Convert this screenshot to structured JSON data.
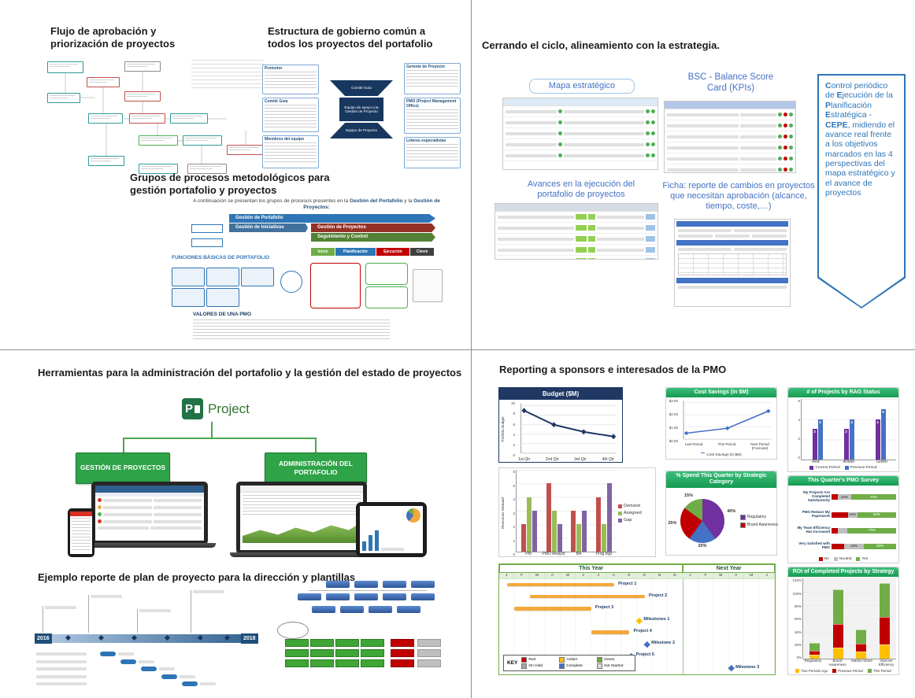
{
  "top_left": {
    "approval": {
      "title": "Flujo de aprobación y priorización de proyectos"
    },
    "governance": {
      "title": "Estructura de gobierno común a todos los proyectos del portafolio",
      "left_boxes": [
        "Promotor",
        "Comité Guía",
        "Miembros del equipo"
      ],
      "right_boxes": [
        "Gerente de Proyecto",
        "PMO (Project Management Office)",
        "Líderes especialistas"
      ],
      "center_shapes": [
        "Comité Guía",
        "Equipo de apoyo a la Gestión de Proyecto",
        "Equipo de Proyecto"
      ]
    },
    "process": {
      "title": "Grupos de procesos metodológicos para gestión portafolio y proyectos",
      "intro_parts": [
        {
          "t": "A continuación se presentan los grupos de procesos presentes en la ",
          "b": false
        },
        {
          "t": "Gestión del Portafolio",
          "b": true
        },
        {
          "t": " y la ",
          "b": false
        },
        {
          "t": "Gestión de Proyectos:",
          "b": true
        }
      ],
      "bar_portafolio": "Gestión de Portafolio",
      "bar_iniciativas": "Gestión de Iniciativas",
      "bar_proyectos": "Gestión de Proyectos",
      "bar_seguimiento": "Seguimiento y Control",
      "phases": [
        "Inicio",
        "Planificación",
        "Ejecución",
        "Cierre"
      ],
      "funciones_title": "FUNCIONES BÁSICAS DE PORTAFOLIO",
      "valores_title": "VALORES DE UNA PMO"
    }
  },
  "top_right": {
    "title": "Cerrando el ciclo, alineamiento con la estrategia.",
    "caption_mapa": "Mapa estratégico",
    "caption_bsc": "BSC - Balance Score Card (KPIs)",
    "caption_avances": "Avances en la ejecución del portafolio de proyectos",
    "caption_ficha": "Ficha: reporte de cambios en proyectos que necesitan aprobación (alcance, tiempo, coste,…)",
    "cepe_parts": [
      {
        "t": "C",
        "b": true
      },
      {
        "t": "ontrol periódico de ",
        "b": false
      },
      {
        "t": "E",
        "b": true
      },
      {
        "t": "jecución de la ",
        "b": false
      },
      {
        "t": "P",
        "b": true
      },
      {
        "t": "lanificación ",
        "b": false
      },
      {
        "t": "E",
        "b": true
      },
      {
        "t": "stratégica - ",
        "b": false
      },
      {
        "t": "CEPE",
        "b": true
      },
      {
        "t": ", midiendo el avance real frente a los objetivos marcados en las 4 perspectivas del mapa estratégico y el avance de proyectos",
        "b": false
      }
    ]
  },
  "bottom_left": {
    "tools_title": "Herramientas para la administración del portafolio y la gestión del estado de proyectos",
    "logo_letter": "P",
    "logo_text": "Project",
    "box_projects": "GESTIÓN DE PROYECTOS",
    "box_portfolio": "ADMINISTRACIÓN DEL PORTAFOLIO",
    "report_title": "Ejemplo reporte de plan de proyecto para la dirección y plantillas",
    "timeline_start": "2016",
    "timeline_end": "2018"
  },
  "bottom_right": {
    "title": "Reporting a sponsors e interesados de la PMO"
  },
  "chart_data": [
    {
      "id": "budget",
      "type": "line",
      "title": "Budget ($M)",
      "ylabel": "Portfolio Budget",
      "categories": [
        "1st Qtr",
        "2nd Qtr",
        "3rd Qtr",
        "4th Qtr"
      ],
      "values": [
        9,
        6,
        4.5,
        3.5
      ],
      "ylim": [
        0,
        10
      ],
      "yticks": [
        0,
        2,
        4,
        6,
        8,
        10
      ],
      "line_color": "#1F3864"
    },
    {
      "id": "cost_savings",
      "type": "line",
      "title": "Cost Savings (in $M)",
      "categories": [
        "Last Period",
        "This Period",
        "Next Period (Forecast)"
      ],
      "values": [
        0.5,
        0.9,
        2.3
      ],
      "ylim": [
        0,
        3
      ],
      "yticks": [
        "$0.00",
        "$1.00",
        "$2.00",
        "$3.00"
      ],
      "legend": [
        "Cost Savings (in $M)"
      ],
      "line_color": "#4472C4"
    },
    {
      "id": "rag",
      "type": "bar",
      "title": "# of Projects by RAG Status",
      "categories": [
        "Red",
        "Amber",
        "Green"
      ],
      "series": [
        {
          "name": "Current Period",
          "color": "#7030A0",
          "values": [
            3,
            3,
            4
          ]
        },
        {
          "name": "Previous Period",
          "color": "#4472C4",
          "values": [
            4,
            4,
            5
          ]
        }
      ],
      "ylim": [
        0,
        6
      ],
      "yticks": [
        0,
        2,
        4,
        6
      ],
      "data_labels": true,
      "legend_position": "bottom"
    },
    {
      "id": "resources",
      "type": "bar",
      "ylabel": "Resources Demand",
      "categories": [
        "PM",
        "PMO Analyst",
        "BA",
        "Prog Mgr"
      ],
      "series": [
        {
          "name": "Demand",
          "color": "#C0504D",
          "values": [
            2,
            5,
            3,
            4
          ]
        },
        {
          "name": "Assigned",
          "color": "#9BBB59",
          "values": [
            4,
            3,
            2,
            2
          ]
        },
        {
          "name": "Gap",
          "color": "#8064A2",
          "values": [
            3,
            2,
            3,
            5
          ]
        }
      ],
      "ylim": [
        0,
        6
      ],
      "yticks": [
        0,
        1,
        2,
        3,
        4,
        5,
        6
      ],
      "legend_position": "right"
    },
    {
      "id": "spend",
      "type": "pie",
      "title": "% Spend This Quarter by Strategic Category",
      "slices": [
        {
          "label": "40%",
          "value": 40,
          "color": "#7030A0"
        },
        {
          "label": "20%",
          "value": 20,
          "color": "#4472C4"
        },
        {
          "label": "25%",
          "value": 25,
          "color": "#C00000"
        },
        {
          "label": "15%",
          "value": 15,
          "color": "#70AD47"
        }
      ],
      "legend": [
        "Regulatory",
        "Brand Awareness"
      ],
      "legend_colors": [
        "#7030A0",
        "#C00000"
      ]
    },
    {
      "id": "survey",
      "type": "stacked_bar_h",
      "title": "This Quarter's PMO Survey",
      "rows": [
        {
          "label": "My Projects Are Completed Satisfactorily",
          "values": [
            10,
            20,
            70
          ],
          "labels": [
            "",
            "20%",
            "70%"
          ]
        },
        {
          "label": "PMO Reduce My Paperwork",
          "values": [
            25,
            15,
            60
          ],
          "labels": [
            "",
            "15%",
            "60%"
          ]
        },
        {
          "label": "My Team Efficiency Has Increased",
          "values": [
            10,
            15,
            75
          ],
          "labels": [
            "",
            "",
            "75%"
          ]
        },
        {
          "label": "Very Satisfied with PMO",
          "values": [
            20,
            30,
            50
          ],
          "labels": [
            "",
            "30%",
            "50%"
          ]
        }
      ],
      "legend": [
        "No",
        "Neutral",
        "Yes"
      ],
      "colors": [
        "#C00000",
        "#BFBFBF",
        "#70AD47"
      ]
    },
    {
      "id": "gantt",
      "type": "gantt",
      "year_headers": [
        "This Year",
        "Next Year"
      ],
      "months": [
        "J",
        "F",
        "M",
        "A",
        "M",
        "J",
        "J",
        "A",
        "S",
        "O",
        "N",
        "D",
        "J",
        "F",
        "M",
        "A",
        "M",
        "J"
      ],
      "bar_color": "#F4A83C",
      "items": [
        {
          "label": "Project 1",
          "kind": "bar",
          "start": 0.5,
          "end": 7.5
        },
        {
          "label": "Project 2",
          "kind": "bar",
          "start": 2,
          "end": 9.5
        },
        {
          "label": "Project 3",
          "kind": "bar",
          "start": 1,
          "end": 6
        },
        {
          "label": "Milestones 1",
          "kind": "milestone",
          "at": 9,
          "color": "#FFC000"
        },
        {
          "label": "Project 4",
          "kind": "bar",
          "start": 6,
          "end": 8.5
        },
        {
          "label": "Milestone 2",
          "kind": "milestone",
          "at": 9.5,
          "color": "#4472C4"
        },
        {
          "label": "Project 5",
          "kind": "milestone",
          "at": 8.5,
          "color": "#4472C4"
        },
        {
          "label": "Milestone 3",
          "kind": "milestone",
          "at": 15,
          "color": "#4472C4"
        }
      ],
      "key": {
        "title": "KEY",
        "entries": [
          {
            "label": "Red",
            "color": "#C00000"
          },
          {
            "label": "Amber",
            "color": "#FFC000"
          },
          {
            "label": "Green",
            "color": "#70AD47"
          },
          {
            "label": "On Hold",
            "color": "#A6A6A6"
          },
          {
            "label": "Complete",
            "color": "#4472C4"
          },
          {
            "label": "Not Started",
            "color": "#D9D9D9"
          }
        ]
      }
    },
    {
      "id": "roi",
      "type": "stacked_bar",
      "title": "ROI of Completed Projects by Strategy",
      "categories": [
        "Regulatory",
        "Brand Awareness",
        "Market Share",
        "Improve Efficiency"
      ],
      "series": [
        {
          "name": "Two Periods Ago",
          "color": "#FFC000",
          "values": [
            5,
            15,
            10,
            20
          ]
        },
        {
          "name": "Previous Period",
          "color": "#C00000",
          "values": [
            5,
            35,
            10,
            40
          ]
        },
        {
          "name": "This Period",
          "color": "#70AD47",
          "values": [
            10,
            50,
            20,
            50
          ]
        }
      ],
      "ylim": [
        0,
        120
      ],
      "yticks": [
        "0%",
        "20%",
        "40%",
        "60%",
        "80%",
        "100%",
        "120%"
      ],
      "legend_position": "bottom"
    }
  ]
}
